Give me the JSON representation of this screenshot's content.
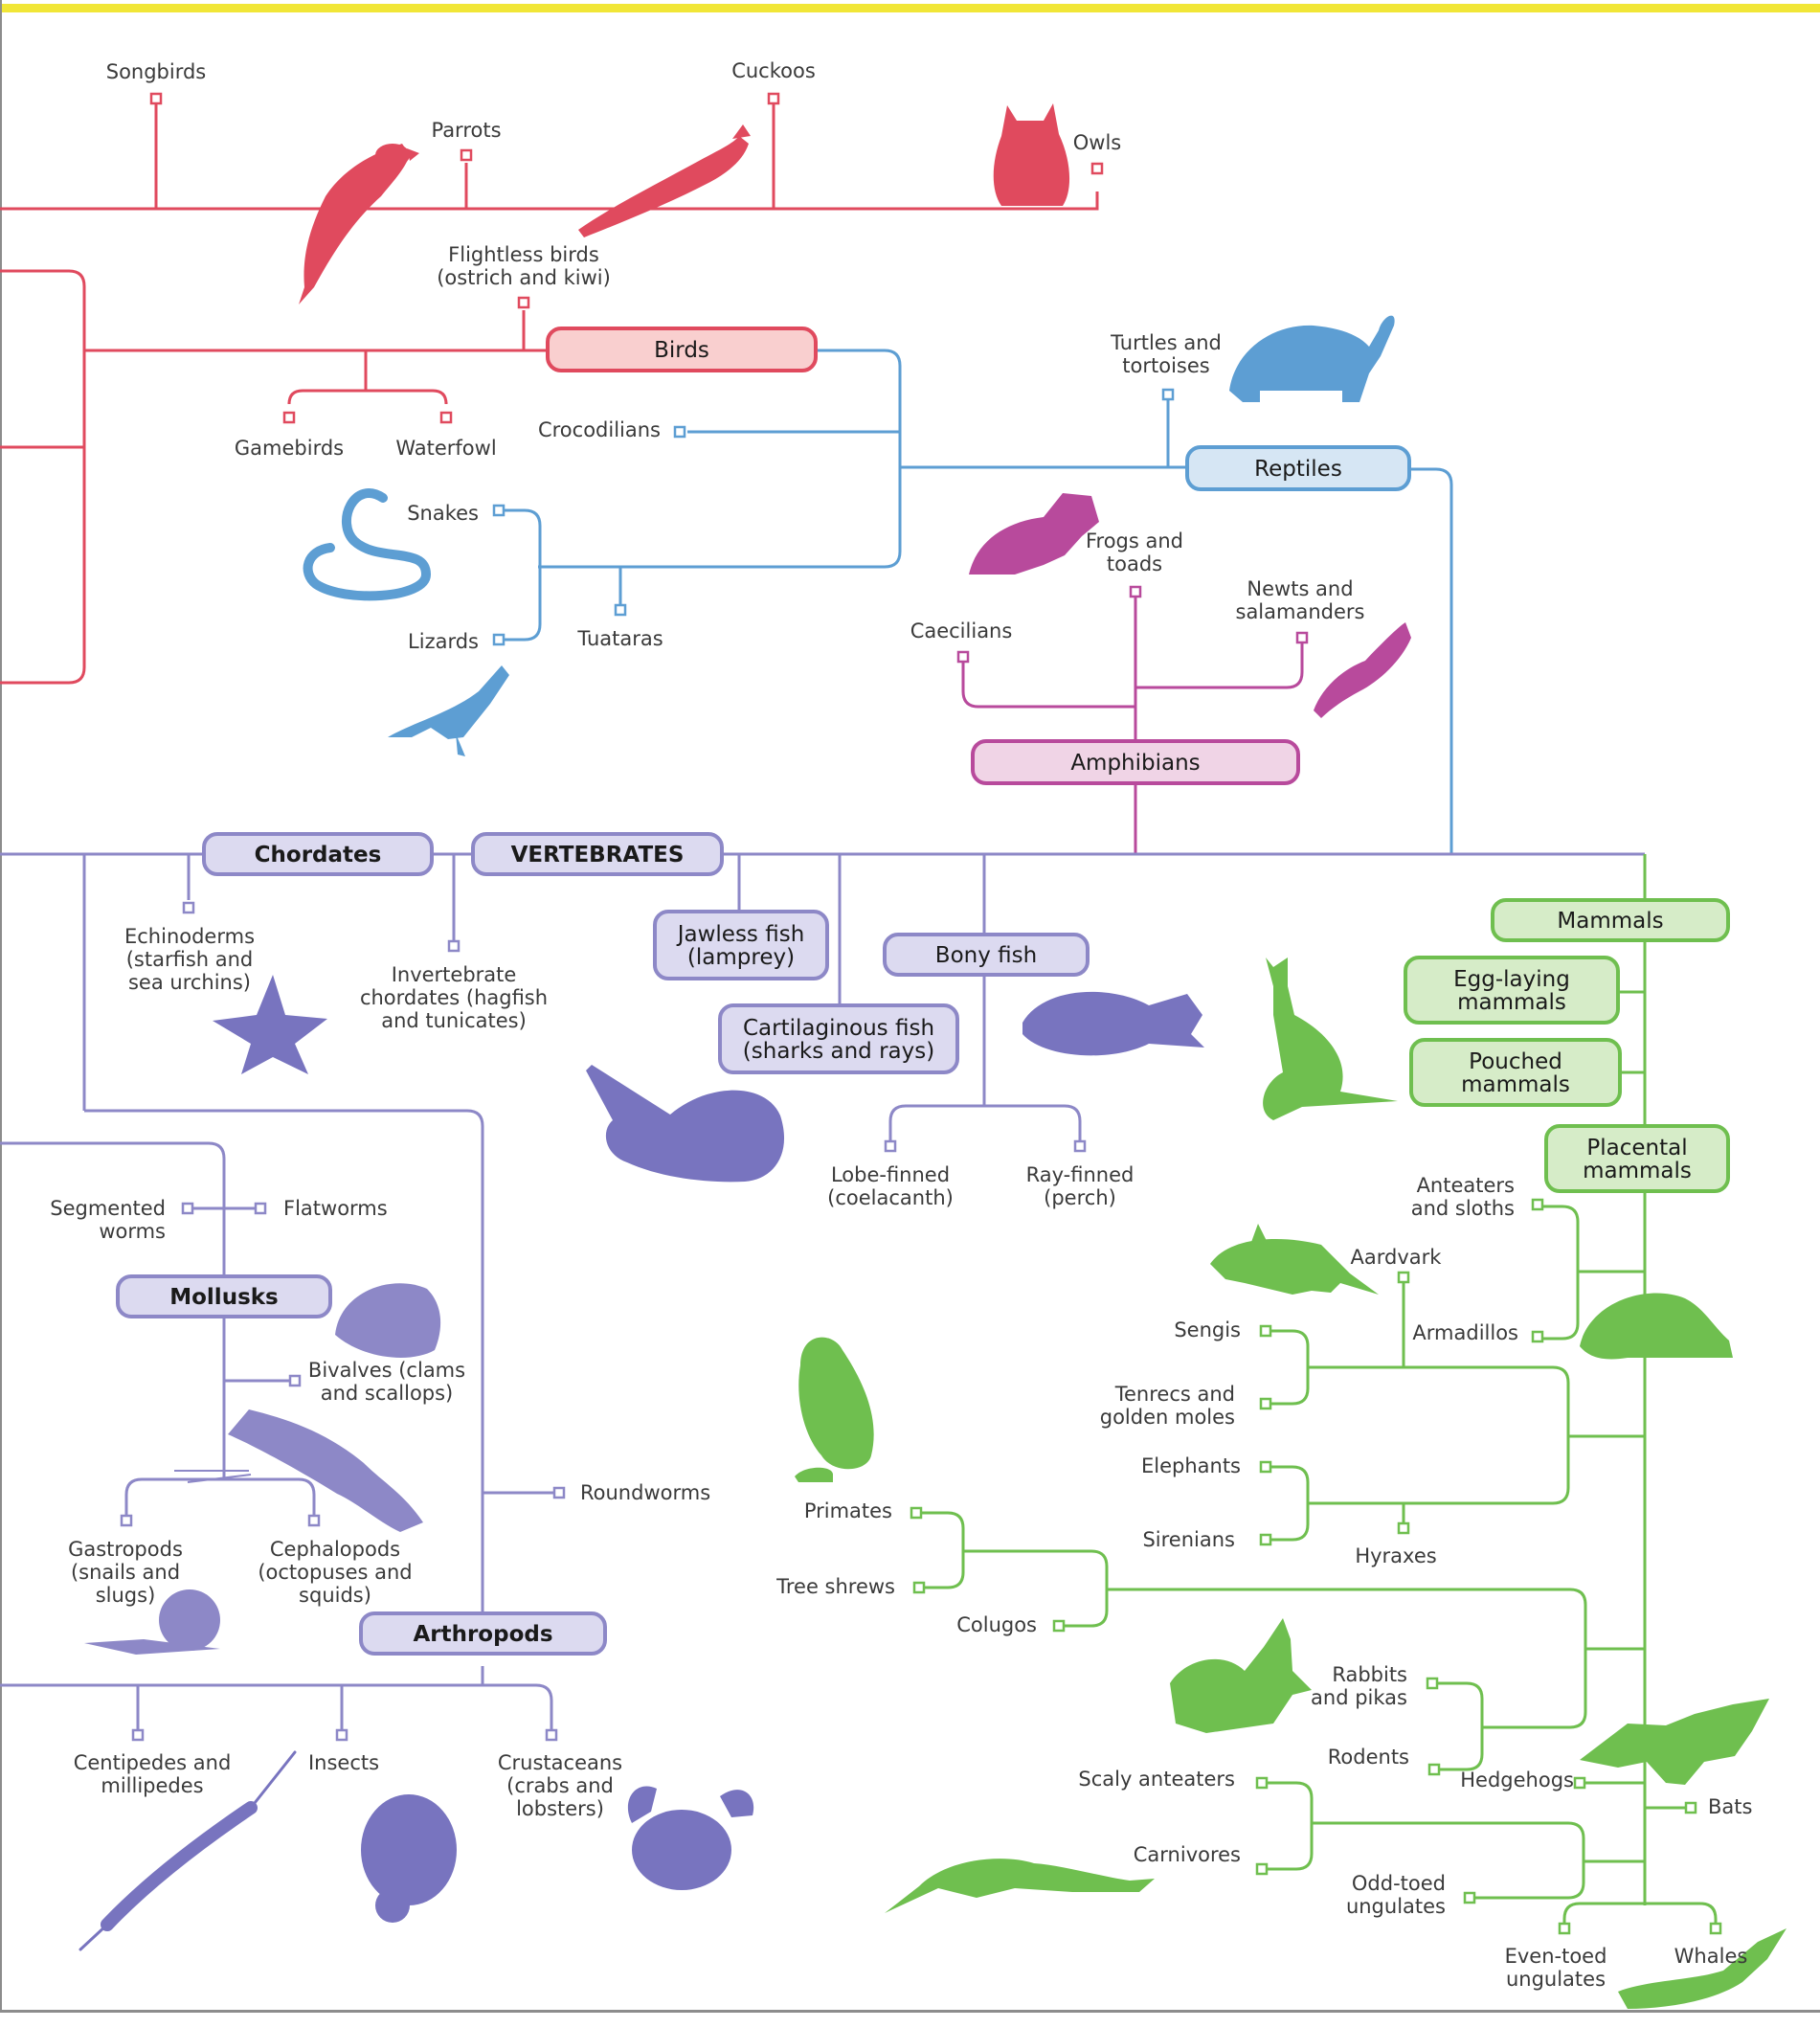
{
  "colors": {
    "top_rule": "#f1e637",
    "bottom_rule": "#8c8c8c",
    "birds": "#e04a5e",
    "birds_fill": "#f9cfcf",
    "reptiles": "#5d9ed3",
    "reptiles_fill": "#d6e6f4",
    "amphibians": "#b84a9c",
    "amphibians_fill": "#f0d4e6",
    "invertebrates": "#8d88c7",
    "invertebrates_fill": "#dcdaf0",
    "mammals": "#6fbf4f",
    "mammals_fill": "#d6ecc8"
  },
  "groups": {
    "chordates": "Chordates",
    "vertebrates": "VERTEBRATES",
    "birds": "Birds",
    "reptiles": "Reptiles",
    "amphibians": "Amphibians",
    "jawless_fish": [
      "Jawless fish",
      "(lamprey)"
    ],
    "bony_fish": "Bony fish",
    "cartilaginous_fish": [
      "Cartilaginous fish",
      "(sharks and rays)"
    ],
    "mollusks": "Mollusks",
    "arthropods": "Arthropods",
    "mammals": "Mammals",
    "egg_laying": [
      "Egg-laying",
      "mammals"
    ],
    "pouched": [
      "Pouched",
      "mammals"
    ],
    "placental": [
      "Placental",
      "mammals"
    ]
  },
  "labels": {
    "songbirds": [
      "Songbirds"
    ],
    "parrots": [
      "Parrots"
    ],
    "cuckoos": [
      "Cuckoos"
    ],
    "owls": [
      "Owls"
    ],
    "flightless": [
      "Flightless birds",
      "(ostrich and kiwi)"
    ],
    "gamebirds": [
      "Gamebirds"
    ],
    "waterfowl": [
      "Waterfowl"
    ],
    "crocodilians": [
      "Crocodilians"
    ],
    "turtles": [
      "Turtles and",
      "tortoises"
    ],
    "snakes": [
      "Snakes"
    ],
    "lizards": [
      "Lizards"
    ],
    "tuataras": [
      "Tuataras"
    ],
    "frogs": [
      "Frogs and",
      "toads"
    ],
    "newts": [
      "Newts and",
      "salamanders"
    ],
    "caecilians": [
      "Caecilians"
    ],
    "echinoderms": [
      "Echinoderms",
      "(starfish and",
      "sea urchins)"
    ],
    "invert_chordates": [
      "Invertebrate",
      "chordates (hagfish",
      "and tunicates)"
    ],
    "lobe_finned": [
      "Lobe-finned",
      "(coelacanth)"
    ],
    "ray_finned": [
      "Ray-finned",
      "(perch)"
    ],
    "segmented_worms": [
      "Segmented",
      "worms"
    ],
    "flatworms": [
      "Flatworms"
    ],
    "bivalves": [
      "Bivalves (clams",
      "and scallops)"
    ],
    "roundworms": [
      "Roundworms"
    ],
    "gastropods": [
      "Gastropods",
      "(snails and",
      "slugs)"
    ],
    "cephalopods": [
      "Cephalopods",
      "(octopuses and",
      "squids)"
    ],
    "centipedes": [
      "Centipedes and",
      "millipedes"
    ],
    "insects": [
      "Insects"
    ],
    "crustaceans": [
      "Crustaceans",
      "(crabs and",
      "lobsters)"
    ],
    "anteaters": [
      "Anteaters",
      "and sloths"
    ],
    "aardvark": [
      "Aardvark"
    ],
    "armadillos": [
      "Armadillos"
    ],
    "sengis": [
      "Sengis"
    ],
    "tenrecs": [
      "Tenrecs and",
      "golden moles"
    ],
    "elephants": [
      "Elephants"
    ],
    "sirenians": [
      "Sirenians"
    ],
    "hyraxes": [
      "Hyraxes"
    ],
    "primates": [
      "Primates"
    ],
    "tree_shrews": [
      "Tree shrews"
    ],
    "colugos": [
      "Colugos"
    ],
    "rabbits": [
      "Rabbits",
      "and pikas"
    ],
    "rodents": [
      "Rodents"
    ],
    "hedgehogs": [
      "Hedgehogs"
    ],
    "bats": [
      "Bats"
    ],
    "scaly_anteaters": [
      "Scaly anteaters"
    ],
    "carnivores": [
      "Carnivores"
    ],
    "odd_toed": [
      "Odd-toed",
      "ungulates"
    ],
    "even_toed": [
      "Even-toed",
      "ungulates"
    ],
    "whales": [
      "Whales"
    ]
  },
  "icons": [
    "parrot-icon",
    "cuckoo-icon",
    "owl-icon",
    "tortoise-icon",
    "snake-icon",
    "lizard-icon",
    "frog-icon",
    "salamander-icon",
    "starfish-icon",
    "stingray-icon",
    "perch-icon",
    "kangaroo-icon",
    "clam-icon",
    "squid-icon",
    "snail-icon",
    "aardvark-icon",
    "armadillo-icon",
    "monkey-icon",
    "rabbit-icon",
    "bat-icon",
    "cheetah-icon",
    "whale-icon",
    "centipede-icon",
    "ladybird-icon",
    "crab-icon"
  ]
}
